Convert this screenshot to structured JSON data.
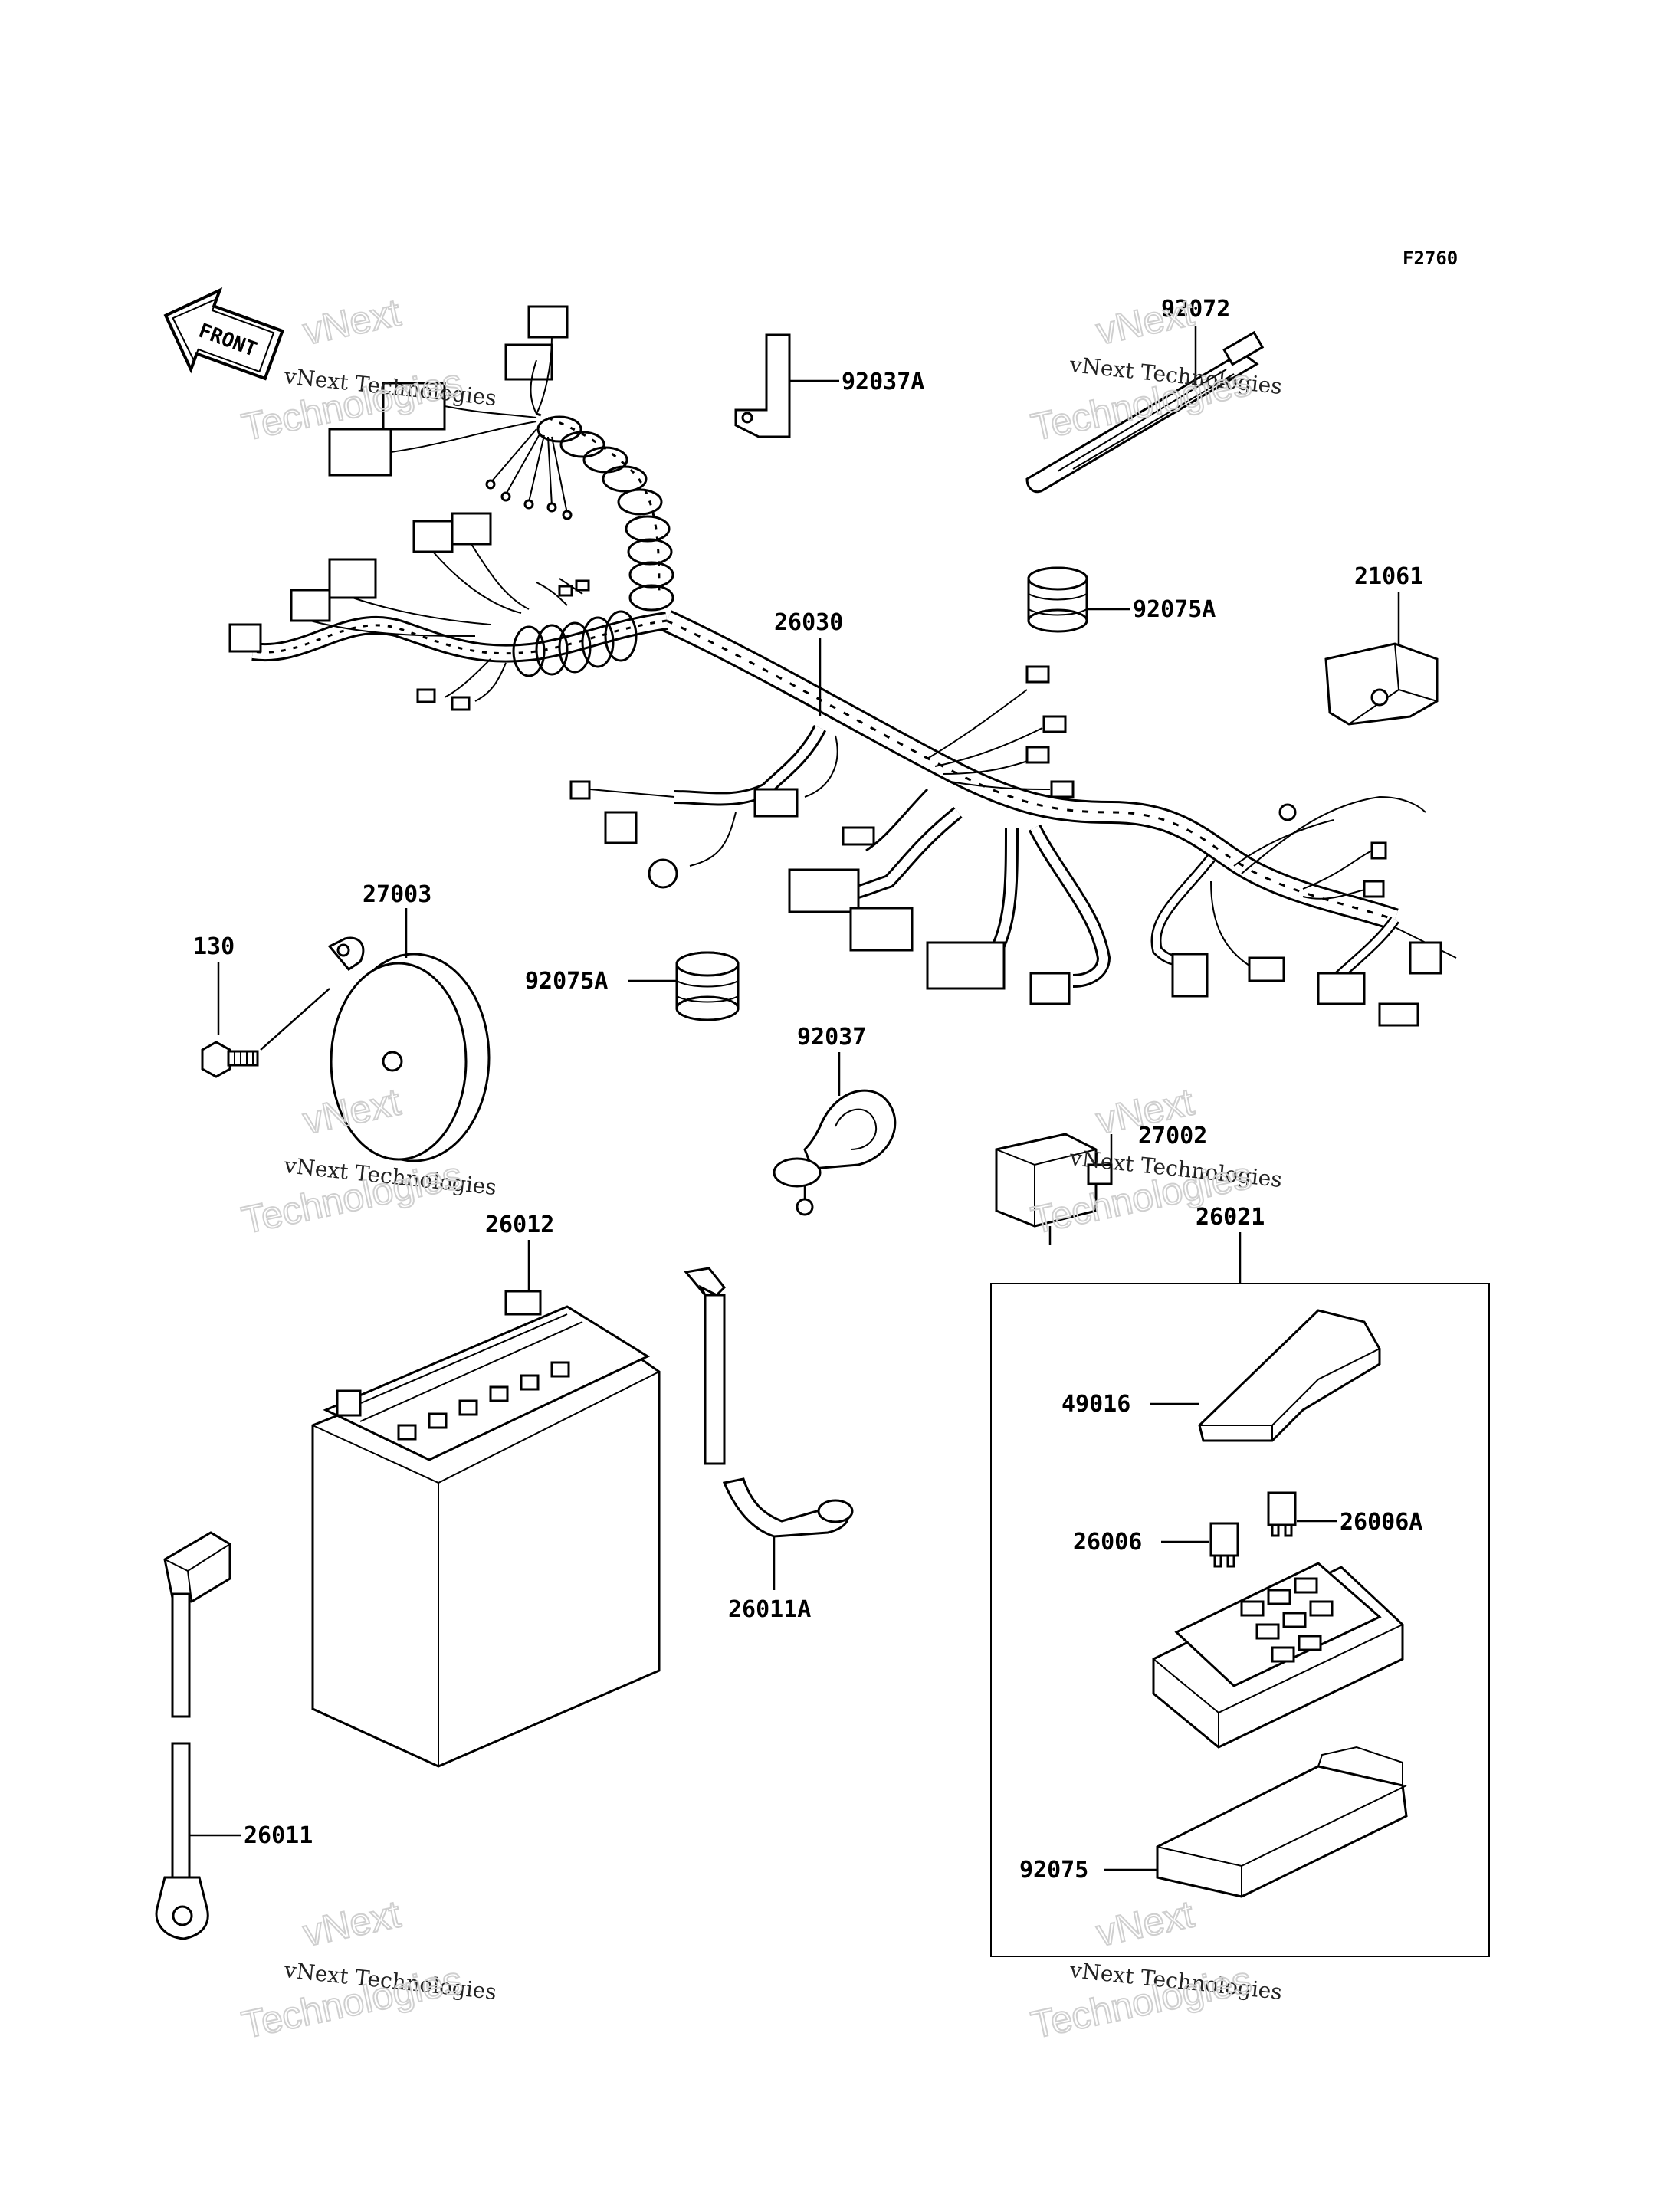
{
  "diagram_code": "F2760",
  "front_arrow": {
    "label": "FRONT",
    "icon": "front-arrow-icon"
  },
  "watermarks": [
    {
      "line1": "vNext",
      "line2": "vNext Technologies",
      "line3": "Technologies"
    }
  ],
  "parts": {
    "p92037A": "92037A",
    "p92072": "92072",
    "p92075A_top": "92075A",
    "p21061": "21061",
    "p26030": "26030",
    "p27003": "27003",
    "p130": "130",
    "p92075A_mid": "92075A",
    "p92037": "92037",
    "p27002": "27002",
    "p26012": "26012",
    "p26021": "26021",
    "p49016": "49016",
    "p26006": "26006",
    "p26006A": "26006A",
    "p26011A": "26011A",
    "p26011": "26011",
    "p92075": "92075"
  }
}
